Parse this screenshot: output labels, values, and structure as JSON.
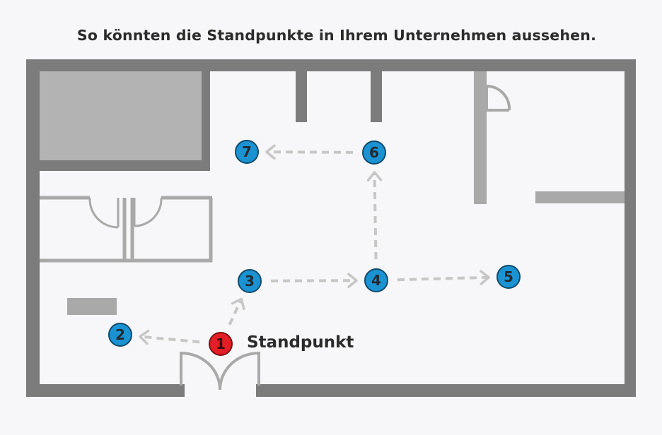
{
  "title": "So könnten die Standpunkte in Ihrem Unternehmen aussehen.",
  "legend_label": "Standpunkt",
  "colors": {
    "wall": "#7c7c7c",
    "floor": "#f7f6f8",
    "room_fill": "#b3b3b3",
    "fixture": "#a9a9a9",
    "arrow": "#c7c7c7",
    "marker_blue": "#1b93d2",
    "marker_red": "#e41e26",
    "marker_outline": "#0f4a6b",
    "marker_text": "#1f2a33"
  },
  "markers": [
    {
      "id": "1",
      "kind": "start"
    },
    {
      "id": "2",
      "kind": "stop"
    },
    {
      "id": "3",
      "kind": "stop"
    },
    {
      "id": "4",
      "kind": "stop"
    },
    {
      "id": "5",
      "kind": "stop"
    },
    {
      "id": "6",
      "kind": "stop"
    },
    {
      "id": "7",
      "kind": "stop"
    }
  ],
  "routes": [
    {
      "from": "1",
      "to": "2"
    },
    {
      "from": "1",
      "to": "3"
    },
    {
      "from": "3",
      "to": "4"
    },
    {
      "from": "4",
      "to": "5"
    },
    {
      "from": "4",
      "to": "6"
    },
    {
      "from": "6",
      "to": "7"
    }
  ]
}
